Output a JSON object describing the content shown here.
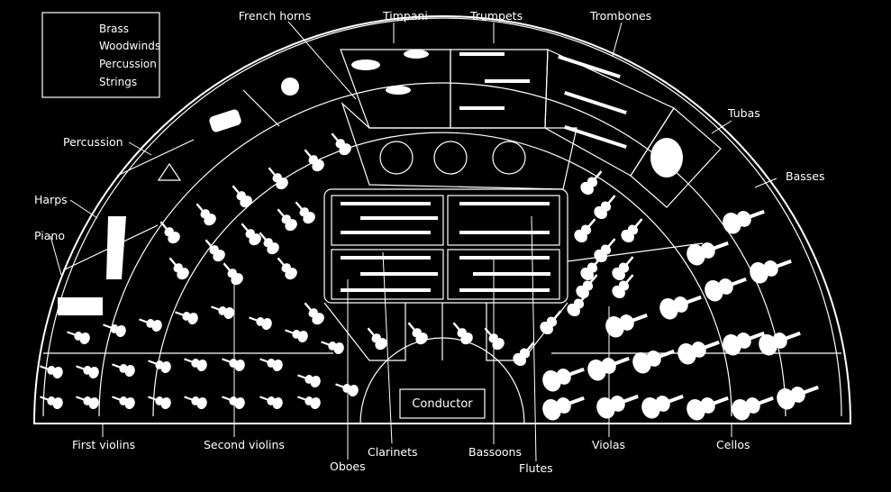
{
  "legend": {
    "items": [
      "Brass",
      "Woodwinds",
      "Percussion",
      "Strings"
    ]
  },
  "labels": {
    "french_horns": "French horns",
    "timpani": "Timpani",
    "trumpets": "Trumpets",
    "trombones": "Trombones",
    "tubas": "Tubas",
    "basses": "Basses",
    "percussion": "Percussion",
    "harps": "Harps",
    "piano": "Piano",
    "first_violins": "First violins",
    "second_violins": "Second violins",
    "oboes": "Oboes",
    "clarinets": "Clarinets",
    "bassoons": "Bassoons",
    "flutes": "Flutes",
    "violas": "Violas",
    "cellos": "Cellos",
    "conductor": "Conductor"
  },
  "colors": {
    "background": "#000000",
    "foreground": "#ffffff"
  }
}
